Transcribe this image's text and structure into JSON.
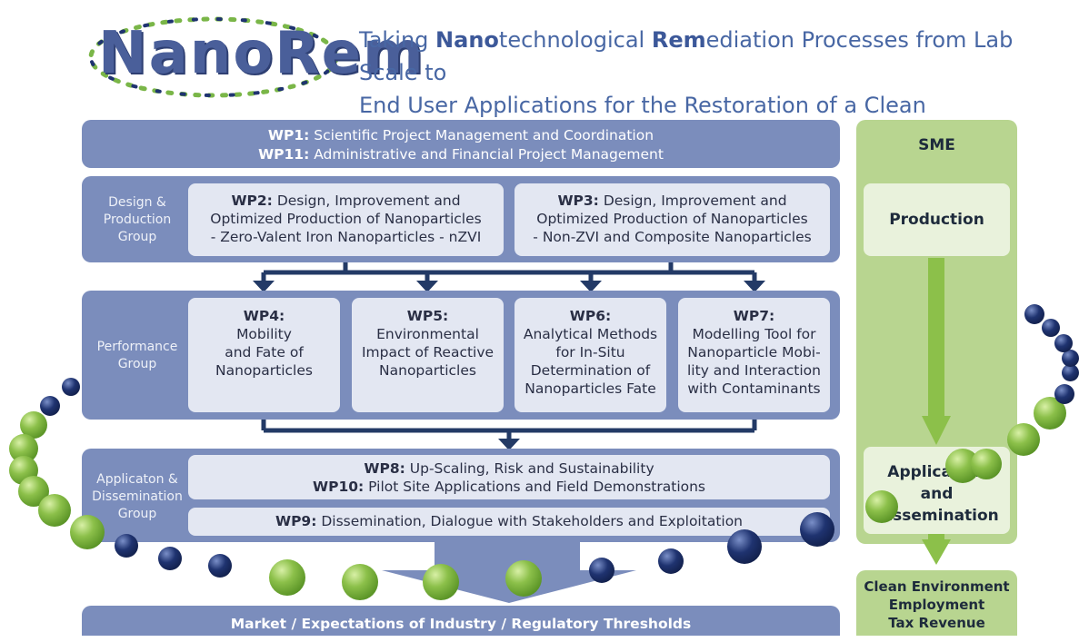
{
  "logo": {
    "text": "NanoRem"
  },
  "tagline": {
    "line1_pre": "Taking ",
    "line1_b1": "Nano",
    "line1_mid": "technological ",
    "line1_b2": "Rem",
    "line1_post": "ediation Processes from Lab Scale to",
    "line2": "End User Applications for the Restoration of a Clean Environment"
  },
  "management": {
    "wp1_id": "WP1:",
    "wp1_text": " Scientific Project Management and Coordination",
    "wp11_id": "WP11:",
    "wp11_text": " Administrative and Financial Project Management"
  },
  "design_group": {
    "label": [
      "Design &",
      "Production",
      "Group"
    ],
    "wp2": {
      "id": "WP2:",
      "line1": " Design, Improvement and",
      "line2": "Optimized Production of Nanoparticles",
      "line3": "- Zero-Valent Iron Nanoparticles - nZVI"
    },
    "wp3": {
      "id": "WP3:",
      "line1": " Design, Improvement and",
      "line2": "Optimized Production of Nanoparticles",
      "line3": "- Non-ZVI and Composite Nanoparticles"
    }
  },
  "performance_group": {
    "label": [
      "Performance",
      "Group"
    ],
    "wp4": {
      "id": "WP4:",
      "lines": [
        "Mobility",
        "and Fate of",
        "Nanoparticles"
      ]
    },
    "wp5": {
      "id": "WP5:",
      "lines": [
        "Environmental",
        "Impact of Reactive",
        "Nanoparticles"
      ]
    },
    "wp6": {
      "id": "WP6:",
      "lines": [
        "Analytical Methods",
        "for In-Situ",
        "Determination of",
        "Nanoparticles Fate"
      ]
    },
    "wp7": {
      "id": "WP7:",
      "lines": [
        "Modelling Tool for",
        "Nanoparticle Mobi-",
        "lity and Interaction",
        "with Contaminants"
      ]
    }
  },
  "application_group": {
    "label": [
      "Applicaton &",
      "Dissemination",
      "Group"
    ],
    "wp8_id": "WP8:",
    "wp8_text": " Up-Scaling, Risk and Sustainability",
    "wp10_id": "WP10:",
    "wp10_text": " Pilot Site Applications and Field Demonstrations",
    "wp9_id": "WP9:",
    "wp9_text": " Dissemination, Dialogue with Stakeholders and Exploitation"
  },
  "sme": {
    "title": "SME",
    "production": "Production",
    "application": [
      "Application",
      "and",
      "Dissemination"
    ]
  },
  "outcomes": [
    "Clean Environment",
    "Employment",
    "Tax Revenue"
  ],
  "market": "Market / Expectations of Industry / Regulatory Thresholds",
  "colors": {
    "band": "#7b8dbc",
    "box": "#e3e7f2",
    "sme_panel": "#b8d590",
    "arrow_dark": "#233a66",
    "arrow_green": "#8cc04a"
  }
}
